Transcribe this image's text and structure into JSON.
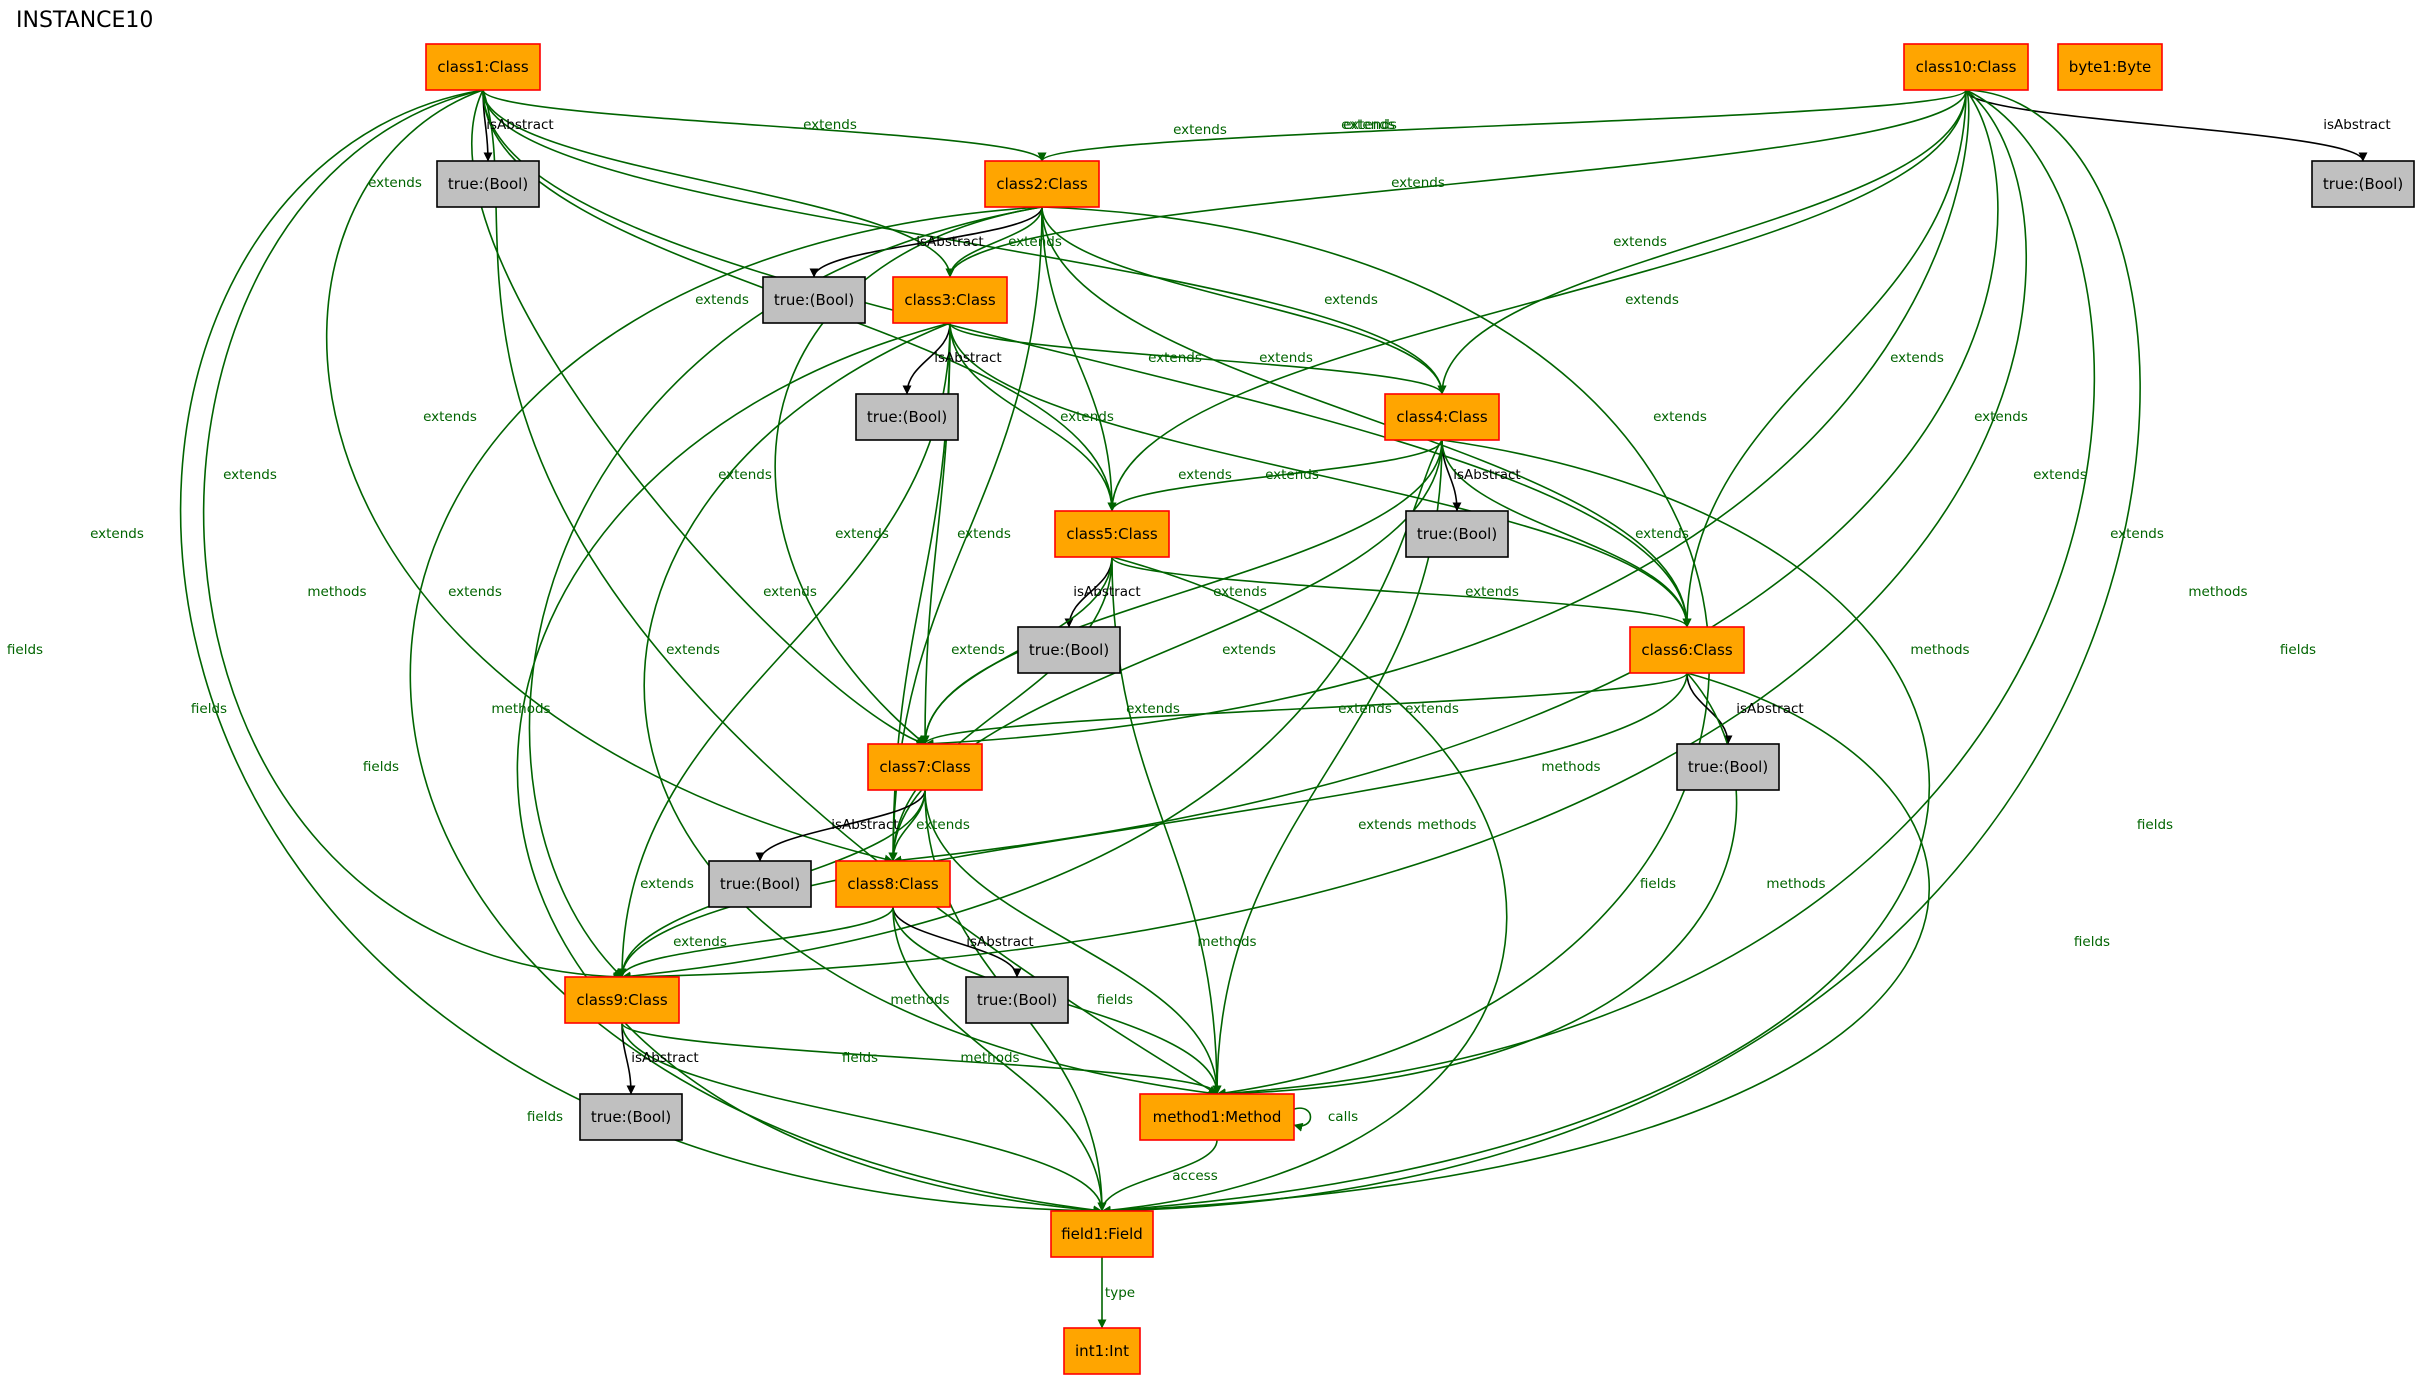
{
  "title": "INSTANCE10",
  "colors": {
    "class_fill": "#FFA500",
    "class_stroke": "#FF0000",
    "value_fill": "#C0C0C0",
    "value_stroke": "#000000",
    "ref_edge": "#006400",
    "attr_edge": "#000000"
  },
  "nodes": [
    {
      "id": "class1",
      "label": "class1:Class",
      "kind": "object"
    },
    {
      "id": "class2",
      "label": "class2:Class",
      "kind": "object"
    },
    {
      "id": "class3",
      "label": "class3:Class",
      "kind": "object"
    },
    {
      "id": "class4",
      "label": "class4:Class",
      "kind": "object"
    },
    {
      "id": "class5",
      "label": "class5:Class",
      "kind": "object"
    },
    {
      "id": "class6",
      "label": "class6:Class",
      "kind": "object"
    },
    {
      "id": "class7",
      "label": "class7:Class",
      "kind": "object"
    },
    {
      "id": "class8",
      "label": "class8:Class",
      "kind": "object"
    },
    {
      "id": "class9",
      "label": "class9:Class",
      "kind": "object"
    },
    {
      "id": "class10",
      "label": "class10:Class",
      "kind": "object"
    },
    {
      "id": "byte1",
      "label": "byte1:Byte",
      "kind": "object"
    },
    {
      "id": "method1",
      "label": "method1:Method",
      "kind": "object"
    },
    {
      "id": "field1",
      "label": "field1:Field",
      "kind": "object"
    },
    {
      "id": "int1",
      "label": "int1:Int",
      "kind": "object"
    },
    {
      "id": "b1",
      "label": "true:(Bool)",
      "kind": "value"
    },
    {
      "id": "b2",
      "label": "true:(Bool)",
      "kind": "value"
    },
    {
      "id": "b3",
      "label": "true:(Bool)",
      "kind": "value"
    },
    {
      "id": "b4",
      "label": "true:(Bool)",
      "kind": "value"
    },
    {
      "id": "b5",
      "label": "true:(Bool)",
      "kind": "value"
    },
    {
      "id": "b6",
      "label": "true:(Bool)",
      "kind": "value"
    },
    {
      "id": "b7",
      "label": "true:(Bool)",
      "kind": "value"
    },
    {
      "id": "b8",
      "label": "true:(Bool)",
      "kind": "value"
    },
    {
      "id": "b9",
      "label": "true:(Bool)",
      "kind": "value"
    },
    {
      "id": "b10",
      "label": "true:(Bool)",
      "kind": "value"
    }
  ],
  "edges": [
    {
      "from": "class1",
      "to": "b1",
      "label": "isAbstract",
      "kind": "attr"
    },
    {
      "from": "class1",
      "to": "class2",
      "label": "extends",
      "kind": "ref"
    },
    {
      "from": "class1",
      "to": "class3",
      "label": "extends",
      "kind": "ref"
    },
    {
      "from": "class1",
      "to": "class4",
      "label": "extends",
      "kind": "ref"
    },
    {
      "from": "class1",
      "to": "class5",
      "label": "extends",
      "kind": "ref"
    },
    {
      "from": "class1",
      "to": "class6",
      "label": "extends",
      "kind": "ref"
    },
    {
      "from": "class1",
      "to": "class7",
      "label": "extends",
      "kind": "ref"
    },
    {
      "from": "class1",
      "to": "class8",
      "label": "extends",
      "kind": "ref"
    },
    {
      "from": "class1",
      "to": "class9",
      "label": "extends",
      "kind": "ref"
    },
    {
      "from": "class1",
      "to": "method1",
      "label": "methods",
      "kind": "ref"
    },
    {
      "from": "class1",
      "to": "field1",
      "label": "fields",
      "kind": "ref"
    },
    {
      "from": "class2",
      "to": "b2",
      "label": "isAbstract",
      "kind": "attr"
    },
    {
      "from": "class2",
      "to": "class3",
      "label": "extends",
      "kind": "ref"
    },
    {
      "from": "class2",
      "to": "class4",
      "label": "extends",
      "kind": "ref"
    },
    {
      "from": "class2",
      "to": "class5",
      "label": "extends",
      "kind": "ref"
    },
    {
      "from": "class2",
      "to": "class6",
      "label": "extends",
      "kind": "ref"
    },
    {
      "from": "class2",
      "to": "class7",
      "label": "extends",
      "kind": "ref"
    },
    {
      "from": "class2",
      "to": "class8",
      "label": "extends",
      "kind": "ref"
    },
    {
      "from": "class2",
      "to": "class9",
      "label": "extends",
      "kind": "ref"
    },
    {
      "from": "class2",
      "to": "method1",
      "label": "methods",
      "kind": "ref"
    },
    {
      "from": "class2",
      "to": "field1",
      "label": "fields",
      "kind": "ref"
    },
    {
      "from": "class3",
      "to": "b3",
      "label": "isAbstract",
      "kind": "attr"
    },
    {
      "from": "class3",
      "to": "class4",
      "label": "extends",
      "kind": "ref"
    },
    {
      "from": "class3",
      "to": "class5",
      "label": "extends",
      "kind": "ref"
    },
    {
      "from": "class3",
      "to": "class6",
      "label": "extends",
      "kind": "ref"
    },
    {
      "from": "class3",
      "to": "class7",
      "label": "extends",
      "kind": "ref"
    },
    {
      "from": "class3",
      "to": "class8",
      "label": "extends",
      "kind": "ref"
    },
    {
      "from": "class3",
      "to": "class9",
      "label": "extends",
      "kind": "ref"
    },
    {
      "from": "class3",
      "to": "method1",
      "label": "methods",
      "kind": "ref"
    },
    {
      "from": "class3",
      "to": "field1",
      "label": "fields",
      "kind": "ref"
    },
    {
      "from": "class4",
      "to": "b4",
      "label": "isAbstract",
      "kind": "attr"
    },
    {
      "from": "class4",
      "to": "class5",
      "label": "extends",
      "kind": "ref"
    },
    {
      "from": "class4",
      "to": "class6",
      "label": "extends",
      "kind": "ref"
    },
    {
      "from": "class4",
      "to": "class7",
      "label": "extends",
      "kind": "ref"
    },
    {
      "from": "class4",
      "to": "class8",
      "label": "extends",
      "kind": "ref"
    },
    {
      "from": "class4",
      "to": "class9",
      "label": "extends",
      "kind": "ref"
    },
    {
      "from": "class4",
      "to": "method1",
      "label": "methods",
      "kind": "ref"
    },
    {
      "from": "class4",
      "to": "field1",
      "label": "fields",
      "kind": "ref"
    },
    {
      "from": "class5",
      "to": "b5",
      "label": "isAbstract",
      "kind": "attr"
    },
    {
      "from": "class5",
      "to": "class6",
      "label": "extends",
      "kind": "ref"
    },
    {
      "from": "class5",
      "to": "class7",
      "label": "extends",
      "kind": "ref"
    },
    {
      "from": "class5",
      "to": "class8",
      "label": "extends",
      "kind": "ref"
    },
    {
      "from": "class5",
      "to": "method1",
      "label": "methods",
      "kind": "ref"
    },
    {
      "from": "class5",
      "to": "field1",
      "label": "fields",
      "kind": "ref"
    },
    {
      "from": "class6",
      "to": "b6",
      "label": "isAbstract",
      "kind": "attr"
    },
    {
      "from": "class6",
      "to": "class7",
      "label": "extends",
      "kind": "ref"
    },
    {
      "from": "class6",
      "to": "class9",
      "label": "extends",
      "kind": "ref"
    },
    {
      "from": "class6",
      "to": "method1",
      "label": "methods",
      "kind": "ref"
    },
    {
      "from": "class6",
      "to": "field1",
      "label": "fields",
      "kind": "ref"
    },
    {
      "from": "class7",
      "to": "b7",
      "label": "isAbstract",
      "kind": "attr"
    },
    {
      "from": "class7",
      "to": "class8",
      "label": "extends",
      "kind": "ref"
    },
    {
      "from": "class7",
      "to": "class9",
      "label": "extends",
      "kind": "ref"
    },
    {
      "from": "class7",
      "to": "method1",
      "label": "methods",
      "kind": "ref"
    },
    {
      "from": "class7",
      "to": "field1",
      "label": "fields",
      "kind": "ref"
    },
    {
      "from": "class8",
      "to": "b8",
      "label": "isAbstract",
      "kind": "attr"
    },
    {
      "from": "class8",
      "to": "class9",
      "label": "extends",
      "kind": "ref"
    },
    {
      "from": "class8",
      "to": "method1",
      "label": "methods",
      "kind": "ref"
    },
    {
      "from": "class8",
      "to": "field1",
      "label": "fields",
      "kind": "ref"
    },
    {
      "from": "class9",
      "to": "b9",
      "label": "isAbstract",
      "kind": "attr"
    },
    {
      "from": "class9",
      "to": "method1",
      "label": "methods",
      "kind": "ref"
    },
    {
      "from": "class9",
      "to": "field1",
      "label": "fields",
      "kind": "ref"
    },
    {
      "from": "class10",
      "to": "b10",
      "label": "isAbstract",
      "kind": "attr"
    },
    {
      "from": "class10",
      "to": "class2",
      "label": "extends",
      "kind": "ref"
    },
    {
      "from": "class10",
      "to": "class3",
      "label": "extends",
      "kind": "ref"
    },
    {
      "from": "class10",
      "to": "class4",
      "label": "extends",
      "kind": "ref"
    },
    {
      "from": "class10",
      "to": "class5",
      "label": "extends",
      "kind": "ref"
    },
    {
      "from": "class10",
      "to": "class6",
      "label": "extends",
      "kind": "ref"
    },
    {
      "from": "class10",
      "to": "class7",
      "label": "extends",
      "kind": "ref"
    },
    {
      "from": "class10",
      "to": "class8",
      "label": "extends",
      "kind": "ref"
    },
    {
      "from": "class10",
      "to": "class9",
      "label": "extends",
      "kind": "ref"
    },
    {
      "from": "class10",
      "to": "method1",
      "label": "methods",
      "kind": "ref"
    },
    {
      "from": "class10",
      "to": "field1",
      "label": "fields",
      "kind": "ref"
    },
    {
      "from": "method1",
      "to": "method1",
      "label": "calls",
      "kind": "ref"
    },
    {
      "from": "method1",
      "to": "field1",
      "label": "access",
      "kind": "ref"
    },
    {
      "from": "field1",
      "to": "int1",
      "label": "type",
      "kind": "ref"
    }
  ]
}
